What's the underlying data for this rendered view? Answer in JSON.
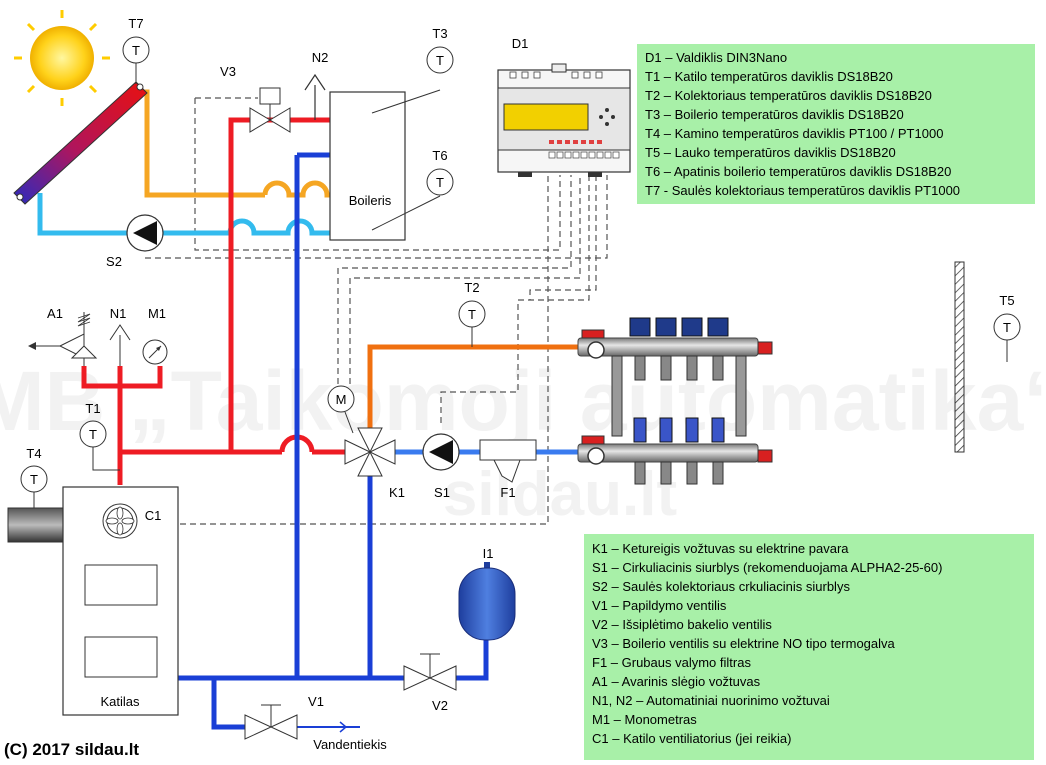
{
  "diagram": {
    "watermark_text": "MB „Taikomoji automatika“",
    "watermark_sub": "sildau.lt",
    "copyright": "(C) 2017 sildau.lt",
    "labels": {
      "T7": "T7",
      "T3": "T3",
      "T6": "T6",
      "T2": "T2",
      "T1": "T1",
      "T4": "T4",
      "T5": "T5",
      "T": "T",
      "V3": "V3",
      "N2": "N2",
      "D1": "D1",
      "S2": "S2",
      "A1": "A1",
      "N1": "N1",
      "M1": "M1",
      "C1": "C1",
      "M": "M",
      "K1": "K1",
      "S1": "S1",
      "F1": "F1",
      "I1": "I1",
      "V1": "V1",
      "V2": "V2",
      "boiler": "Boileris",
      "katilas": "Katilas",
      "vandentiekis": "Vandentiekis"
    },
    "legend_top": [
      "D1 – Valdiklis DIN3Nano",
      "T1 – Katilo temperatūros daviklis DS18B20",
      "T2 – Kolektoriaus temperatūros daviklis DS18B20",
      "T3 – Boilerio temperatūros daviklis DS18B20",
      "T4 – Kamino temperatūros daviklis PT100 / PT1000",
      "T5 – Lauko temperatūros daviklis DS18B20",
      "T6 – Apatinis boilerio temperatūros daviklis DS18B20",
      "T7 - Saulės kolektoriaus temperatūros daviklis PT1000"
    ],
    "legend_bottom": [
      "K1 – Ketureigis vožtuvas su elektrine pavara",
      "S1 – Cirkuliacinis siurblys (rekomenduojama ALPHA2-25-60)",
      "S2 – Saulės kolektoriaus crkuliacinis siurblys",
      "V1 – Papildymo ventilis",
      "V2 – Išsiplėtimo bakelio ventilis",
      "V3 – Boilerio ventilis su elektrine NO tipo termogalva",
      "F1 – Grubaus valymo filtras",
      "A1 – Avarinis slėgio vožtuvas",
      "N1, N2 – Automatiniai nuorinimo vožtuvai",
      "M1 – Monometras",
      "C1 – Katilo ventiliatorius (jei reikia)"
    ],
    "colors": {
      "hot": "#ee1c24",
      "cold": "#1a3fd6",
      "solar_hot": "#f5a623",
      "solar_cold": "#33bbee",
      "collector_out": "#f07010",
      "collector_ret": "#3a7bef",
      "legend_bg": "#a8f0a8"
    }
  }
}
